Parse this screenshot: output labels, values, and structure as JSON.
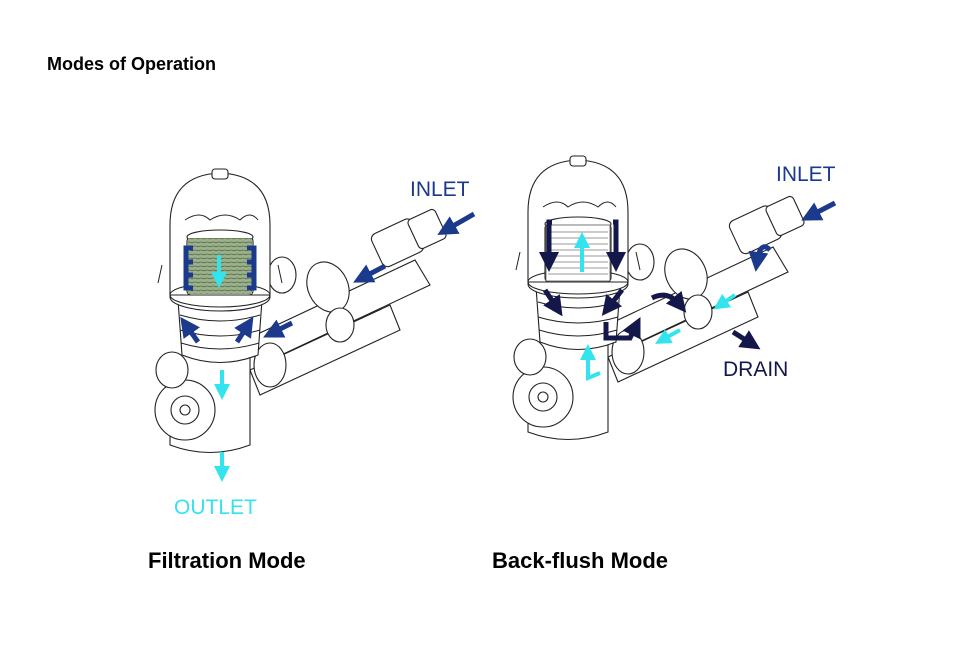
{
  "title": "Modes of Operation",
  "colors": {
    "inlet_flow": "#1b3a8c",
    "outlet_flow": "#33e3ee",
    "drain_flow": "#14174a",
    "screen": "#8aa27a"
  },
  "diagrams": [
    {
      "caption": "Filtration Mode",
      "labels": {
        "inlet": "INLET",
        "outlet": "OUTLET"
      }
    },
    {
      "caption": "Back-flush Mode",
      "labels": {
        "inlet": "INLET",
        "drain": "DRAIN"
      }
    }
  ]
}
